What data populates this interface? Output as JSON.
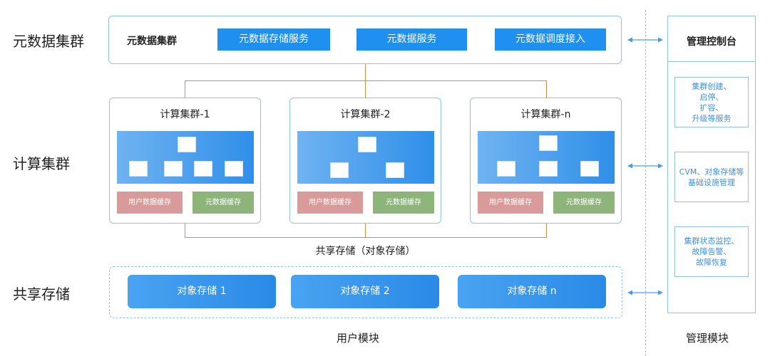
{
  "rows": {
    "metadata": "元数据集群",
    "compute": "计算集群",
    "shared": "共享存储"
  },
  "metadata_cluster": {
    "title": "元数据集群",
    "services": [
      "元数据存储服务",
      "元数据服务",
      "元数据调度接入"
    ]
  },
  "compute_clusters": [
    {
      "title": "计算集群-1",
      "user_cache": "用户数据缓存",
      "meta_cache": "元数据缓存"
    },
    {
      "title": "计算集群-2",
      "user_cache": "用户数据缓存",
      "meta_cache": "元数据缓存"
    },
    {
      "title": "计算集群-n",
      "user_cache": "用户数据缓存",
      "meta_cache": "元数据缓存"
    }
  ],
  "shared_storage": {
    "label": "共享存储（对象存储）",
    "items": [
      "对象存储 1",
      "对象存储 2",
      "对象存储 n"
    ]
  },
  "management": {
    "title": "管理控制台",
    "items": [
      "集群创建、\n启停、\n扩容、\n升级等服务",
      "CVM、对象存储等\n基础设施管理",
      "集群状态监控、\n故障告警、\n故障恢复"
    ]
  },
  "footer": {
    "user_module": "用户模块",
    "mgmt_module": "管理模块"
  },
  "colors": {
    "accent_blue": "#1f8ff0",
    "border_blue": "#8fc0ef",
    "connector_orange": "#d9894a",
    "cache_red": "#d99a9a",
    "cache_green": "#8db57a"
  }
}
